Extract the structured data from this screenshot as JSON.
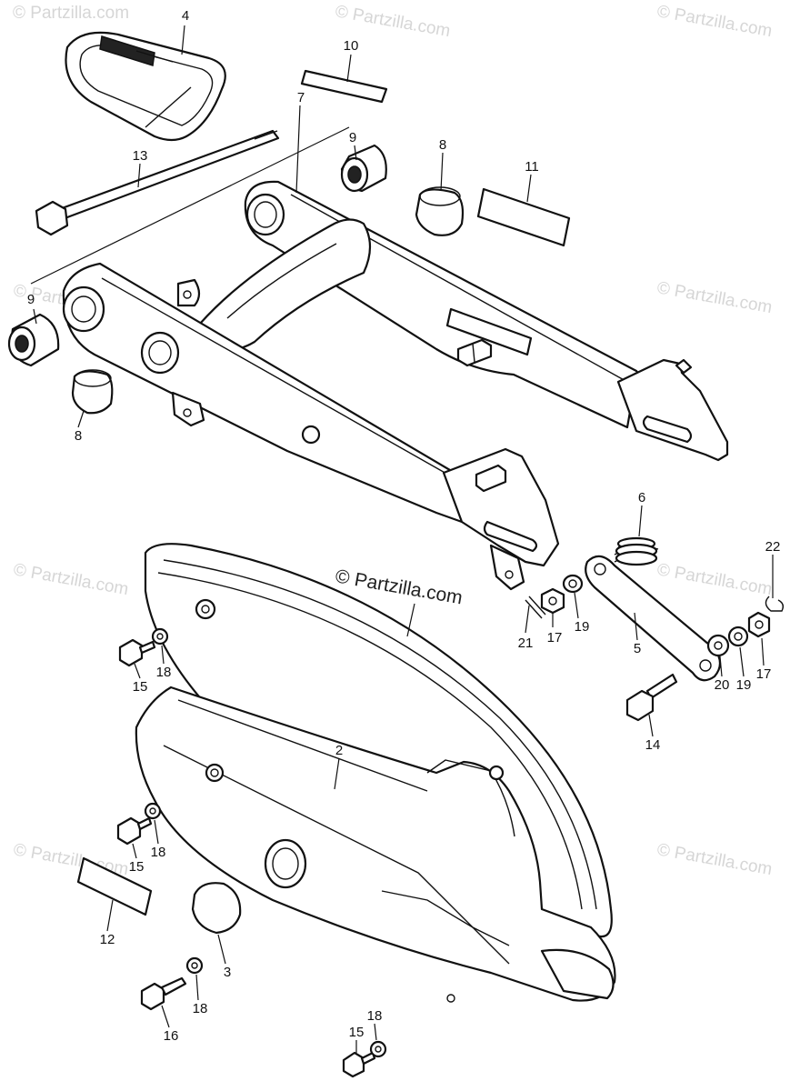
{
  "watermark": {
    "text": "© Partzilla.com"
  },
  "copyright": "© Partzilla.com",
  "callouts": [
    {
      "id": "c4",
      "label": "4"
    },
    {
      "id": "c10",
      "label": "10"
    },
    {
      "id": "c13",
      "label": "13"
    },
    {
      "id": "c7",
      "label": "7"
    },
    {
      "id": "c9a",
      "label": "9"
    },
    {
      "id": "c8a",
      "label": "8"
    },
    {
      "id": "c11",
      "label": "11"
    },
    {
      "id": "c9b",
      "label": "9"
    },
    {
      "id": "c8b",
      "label": "8"
    },
    {
      "id": "c6",
      "label": "6"
    },
    {
      "id": "c22",
      "label": "22"
    },
    {
      "id": "c21",
      "label": "21"
    },
    {
      "id": "c17a",
      "label": "17"
    },
    {
      "id": "c19a",
      "label": "19"
    },
    {
      "id": "c5",
      "label": "5"
    },
    {
      "id": "c20",
      "label": "20"
    },
    {
      "id": "c19b",
      "label": "19"
    },
    {
      "id": "c17b",
      "label": "17"
    },
    {
      "id": "c14",
      "label": "14"
    },
    {
      "id": "c15a",
      "label": "15"
    },
    {
      "id": "c18a",
      "label": "18"
    },
    {
      "id": "c2",
      "label": "2"
    },
    {
      "id": "c15b",
      "label": "15"
    },
    {
      "id": "c18b",
      "label": "18"
    },
    {
      "id": "c12",
      "label": "12"
    },
    {
      "id": "c3",
      "label": "3"
    },
    {
      "id": "c18c",
      "label": "18"
    },
    {
      "id": "c16",
      "label": "16"
    },
    {
      "id": "c18d",
      "label": "18"
    },
    {
      "id": "c15c",
      "label": "15"
    }
  ]
}
